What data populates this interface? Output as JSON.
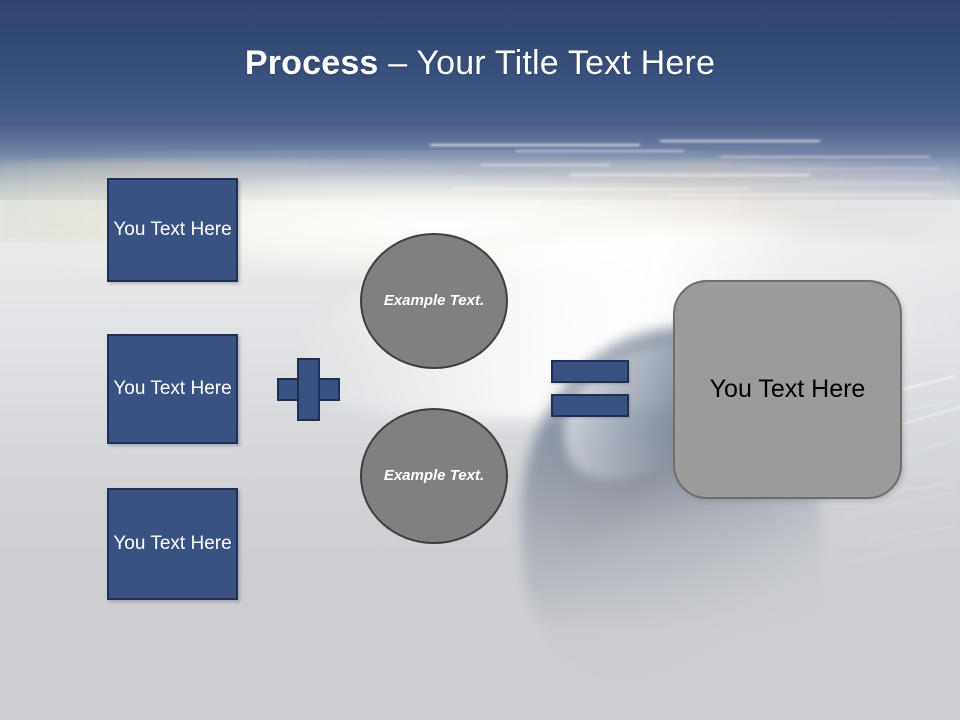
{
  "slide": {
    "title": {
      "strong": "Process",
      "rest": " – Your Title Text Here"
    },
    "colors": {
      "title_band_top": "#2e4370",
      "title_band_bottom": "#4a5f8a",
      "accent_blue": "#3a5183",
      "accent_blue_outline": "#1f3054",
      "circle_gray": "#808080",
      "circle_gray_outline": "#3f3f3f",
      "result_gray": "#9b9b9b",
      "result_gray_outline": "#6e6e6e",
      "slide_background": "#ccced2",
      "title_text": "#ffffff",
      "result_text": "#000000"
    },
    "inputs": [
      {
        "label": "You Text Here"
      },
      {
        "label": "You Text Here"
      },
      {
        "label": "You Text Here"
      }
    ],
    "operators": {
      "plus": "+",
      "equals": "="
    },
    "examples": [
      {
        "label": "Example Text."
      },
      {
        "label": "Example Text."
      }
    ],
    "result": {
      "label": "You Text Here"
    }
  }
}
